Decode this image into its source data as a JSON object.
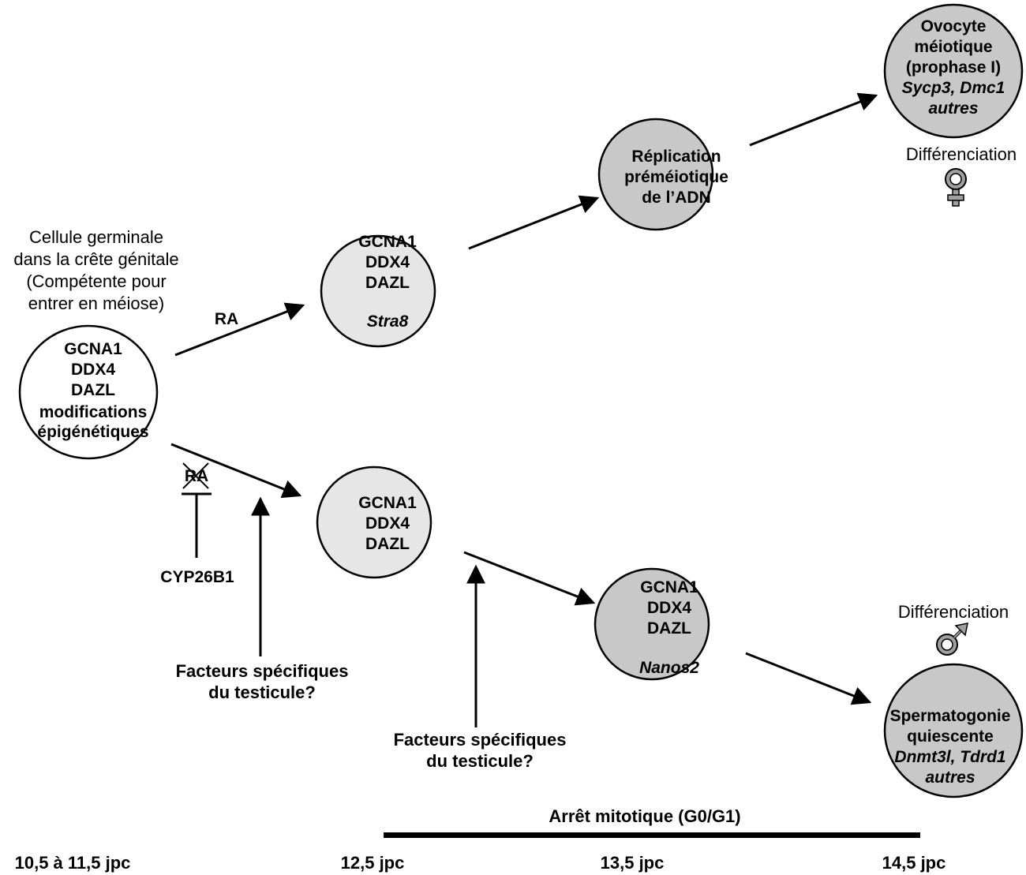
{
  "start_node": {
    "caption": [
      "Cellule germinale",
      "dans la crête génitale",
      "(Compétente pour",
      "entrer en méiose)"
    ],
    "lines": [
      "GCNA1",
      "DDX4",
      "DAZL",
      "modifications",
      "épigénétiques"
    ]
  },
  "ra_label": "RA",
  "ra_blocked_label": "RA",
  "cyp_label": "CYP26B1",
  "factors_1": [
    "Facteurs spécifiques",
    "du testicule?"
  ],
  "factors_2": [
    "Facteurs spécifiques",
    "du testicule?"
  ],
  "female_stage1": {
    "lines": [
      "GCNA1",
      "DDX4",
      "DAZL"
    ],
    "gene": "Stra8"
  },
  "female_stage2": {
    "lines": [
      "Réplication",
      "préméiotique",
      "de l’ADN"
    ]
  },
  "female_stage3": {
    "lines": [
      "Ovocyte",
      "méiotique",
      "(prophase I)"
    ],
    "genes": [
      "Sycp3, Dmc1",
      "autres"
    ]
  },
  "female_diff": {
    "label": "Différenciation",
    "symbol": "female-symbol"
  },
  "male_stage1": {
    "lines": [
      "GCNA1",
      "DDX4",
      "DAZL"
    ]
  },
  "male_stage2": {
    "lines": [
      "GCNA1",
      "DDX4",
      "DAZL"
    ],
    "gene": "Nanos2"
  },
  "male_stage3": {
    "lines": [
      "Spermatogonie",
      "quiescente"
    ],
    "genes": [
      "Dnmt3l, Tdrd1",
      "autres"
    ]
  },
  "male_diff": {
    "label": "Différenciation",
    "symbol": "male-symbol"
  },
  "mitotic_arrest": "Arrêt mitotique (G0/G1)",
  "timeline": [
    "10,5 à 11,5 jpc",
    "12,5 jpc",
    "13,5 jpc",
    "14,5 jpc"
  ],
  "colors": {
    "light_node": "#e6e6e6",
    "dark_node": "#c8c8c8",
    "symbol": "#a0a0a0"
  }
}
